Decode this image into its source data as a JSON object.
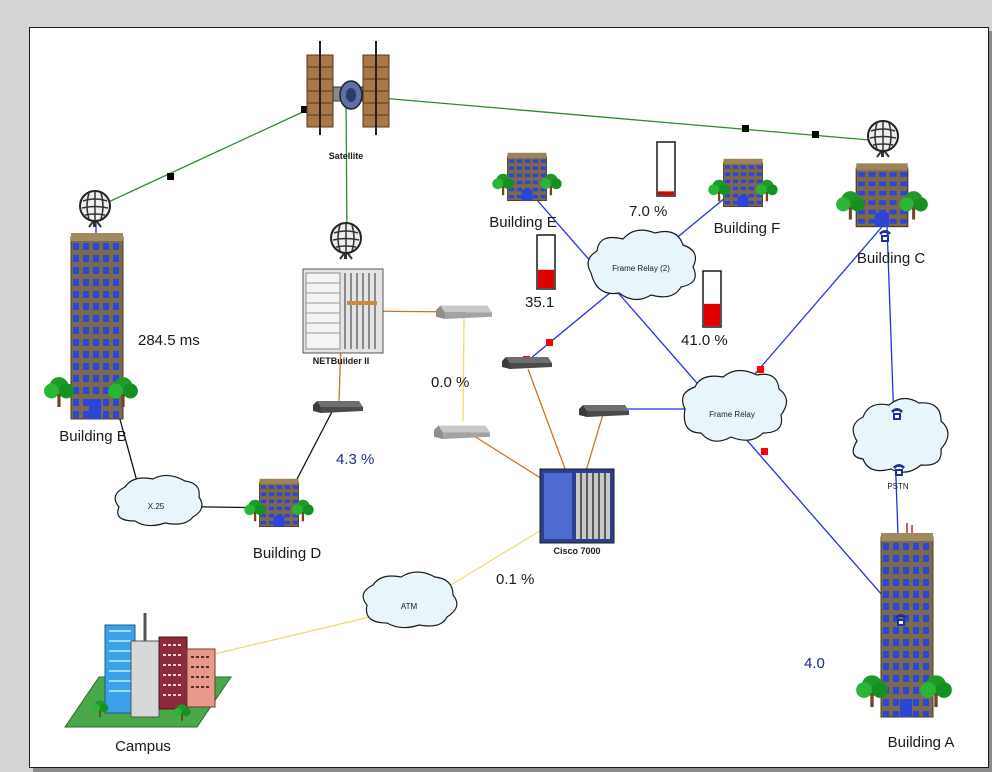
{
  "diagram": {
    "nodes": {
      "satellite": {
        "label": "Satellite"
      },
      "netbuilder": {
        "label": "NETBuilder II"
      },
      "cisco": {
        "label": "Cisco 7000"
      },
      "building_a": {
        "label": "Building A"
      },
      "building_b": {
        "label": "Building B"
      },
      "building_c": {
        "label": "Building C"
      },
      "building_d": {
        "label": "Building D"
      },
      "building_e": {
        "label": "Building E"
      },
      "building_f": {
        "label": "Building F"
      },
      "campus": {
        "label": "Campus"
      }
    },
    "clouds": {
      "frame_relay_2": "Frame Relay (2)",
      "frame_relay": "Frame Relay",
      "pstn": "PSTN",
      "x25": "X.25",
      "atm": "ATM"
    },
    "metrics": {
      "latency": "284.5 ms",
      "util_d": "4.3 %",
      "util_switch": "0.0 %",
      "util_cisco": "0.1 %",
      "util_e": "35.1",
      "util_f": "7.0 %",
      "util_fr": "41.0 %",
      "util_a": "4.0"
    },
    "gauges": {
      "e": 0.35,
      "f": 0.07,
      "fr": 0.41
    },
    "colors": {
      "satellite_link": "#2e8b2e",
      "frame_relay_link": "#1e32e6",
      "ethernet_link": "#d2701e",
      "atm_link": "#eedc6e",
      "x25_link": "#111111",
      "alarm": "#ff0000",
      "gauge_fill": "#e00000",
      "cloud_fill": "#e8f6fc"
    }
  }
}
